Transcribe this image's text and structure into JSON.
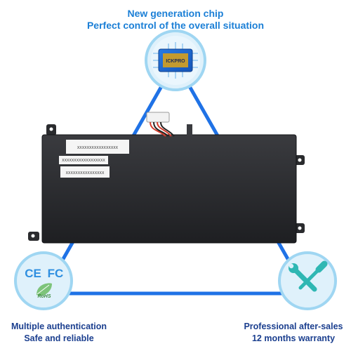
{
  "header": {
    "line1": "New generation chip",
    "line2": "Perfect control of the overall situation"
  },
  "chip": {
    "label": "ICKPRO"
  },
  "battery": {
    "labels": [
      "XXXXXXXXXXXXXXXXX",
      "XXXXXXXXXXXXXXXXXX",
      "XXXXXXXXXXXXXXXX"
    ]
  },
  "certification": {
    "ce": "CE",
    "fc": "FC",
    "rohs": "RoHS"
  },
  "captions": {
    "left_line1": "Multiple authentication",
    "left_line2": "Safe and reliable",
    "right_line1": "Professional after-sales",
    "right_line2": "12 months warranty"
  },
  "colors": {
    "triangle": "#1f72e6",
    "circle_fill": "#dff1fb",
    "circle_border": "#9fd6f2",
    "battery_body": "#2a2b2e",
    "navy_text": "#1b3f8f",
    "blue_text": "#1b7fd6"
  }
}
